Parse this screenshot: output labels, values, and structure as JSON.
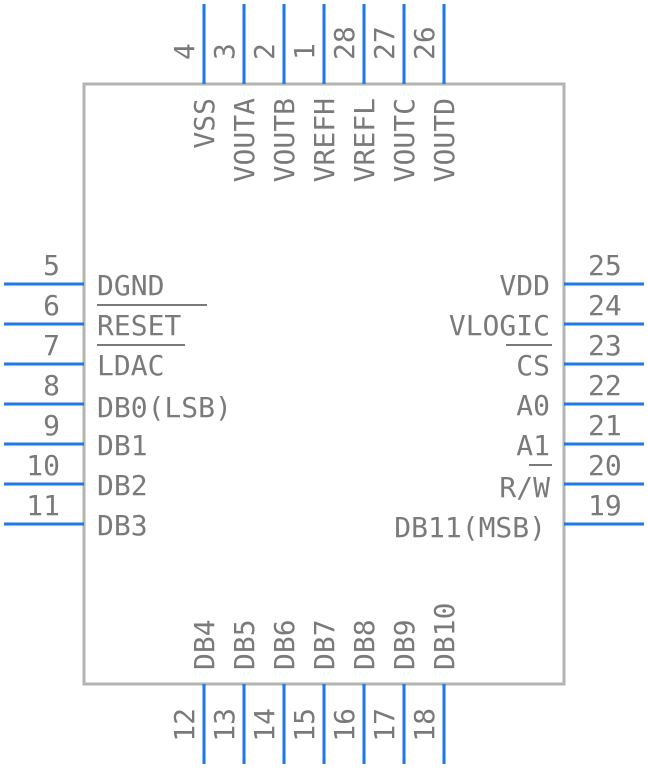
{
  "component": {
    "pins_top": [
      {
        "number": "4",
        "name": "VSS"
      },
      {
        "number": "3",
        "name": "VOUTA"
      },
      {
        "number": "2",
        "name": "VOUTB"
      },
      {
        "number": "1",
        "name": "VREFH"
      },
      {
        "number": "28",
        "name": "VREFL"
      },
      {
        "number": "27",
        "name": "VOUTC"
      },
      {
        "number": "26",
        "name": "VOUTD"
      }
    ],
    "pins_left": [
      {
        "number": "5",
        "name": "DGND"
      },
      {
        "number": "6",
        "name": "RESET"
      },
      {
        "number": "7",
        "name": "LDAC"
      },
      {
        "number": "8",
        "name": "DB0(LSB)"
      },
      {
        "number": "9",
        "name": "DB1"
      },
      {
        "number": "10",
        "name": "DB2"
      },
      {
        "number": "11",
        "name": "DB3"
      }
    ],
    "pins_right": [
      {
        "number": "25",
        "name": "VDD"
      },
      {
        "number": "24",
        "name": "VLOGIC"
      },
      {
        "number": "23",
        "name": "CS"
      },
      {
        "number": "22",
        "name": "A0"
      },
      {
        "number": "21",
        "name": "A1"
      },
      {
        "number": "20",
        "name": "R/W"
      },
      {
        "number": "19",
        "name": "DB11(MSB)"
      }
    ],
    "pins_bottom": [
      {
        "number": "12",
        "name": "DB4"
      },
      {
        "number": "13",
        "name": "DB5"
      },
      {
        "number": "14",
        "name": "DB6"
      },
      {
        "number": "15",
        "name": "DB7"
      },
      {
        "number": "16",
        "name": "DB8"
      },
      {
        "number": "17",
        "name": "DB9"
      },
      {
        "number": "18",
        "name": "DB10"
      }
    ],
    "colors": {
      "pin": "#1e78e6",
      "outline": "#b4b4b4",
      "text": "#7a7a7a"
    }
  }
}
